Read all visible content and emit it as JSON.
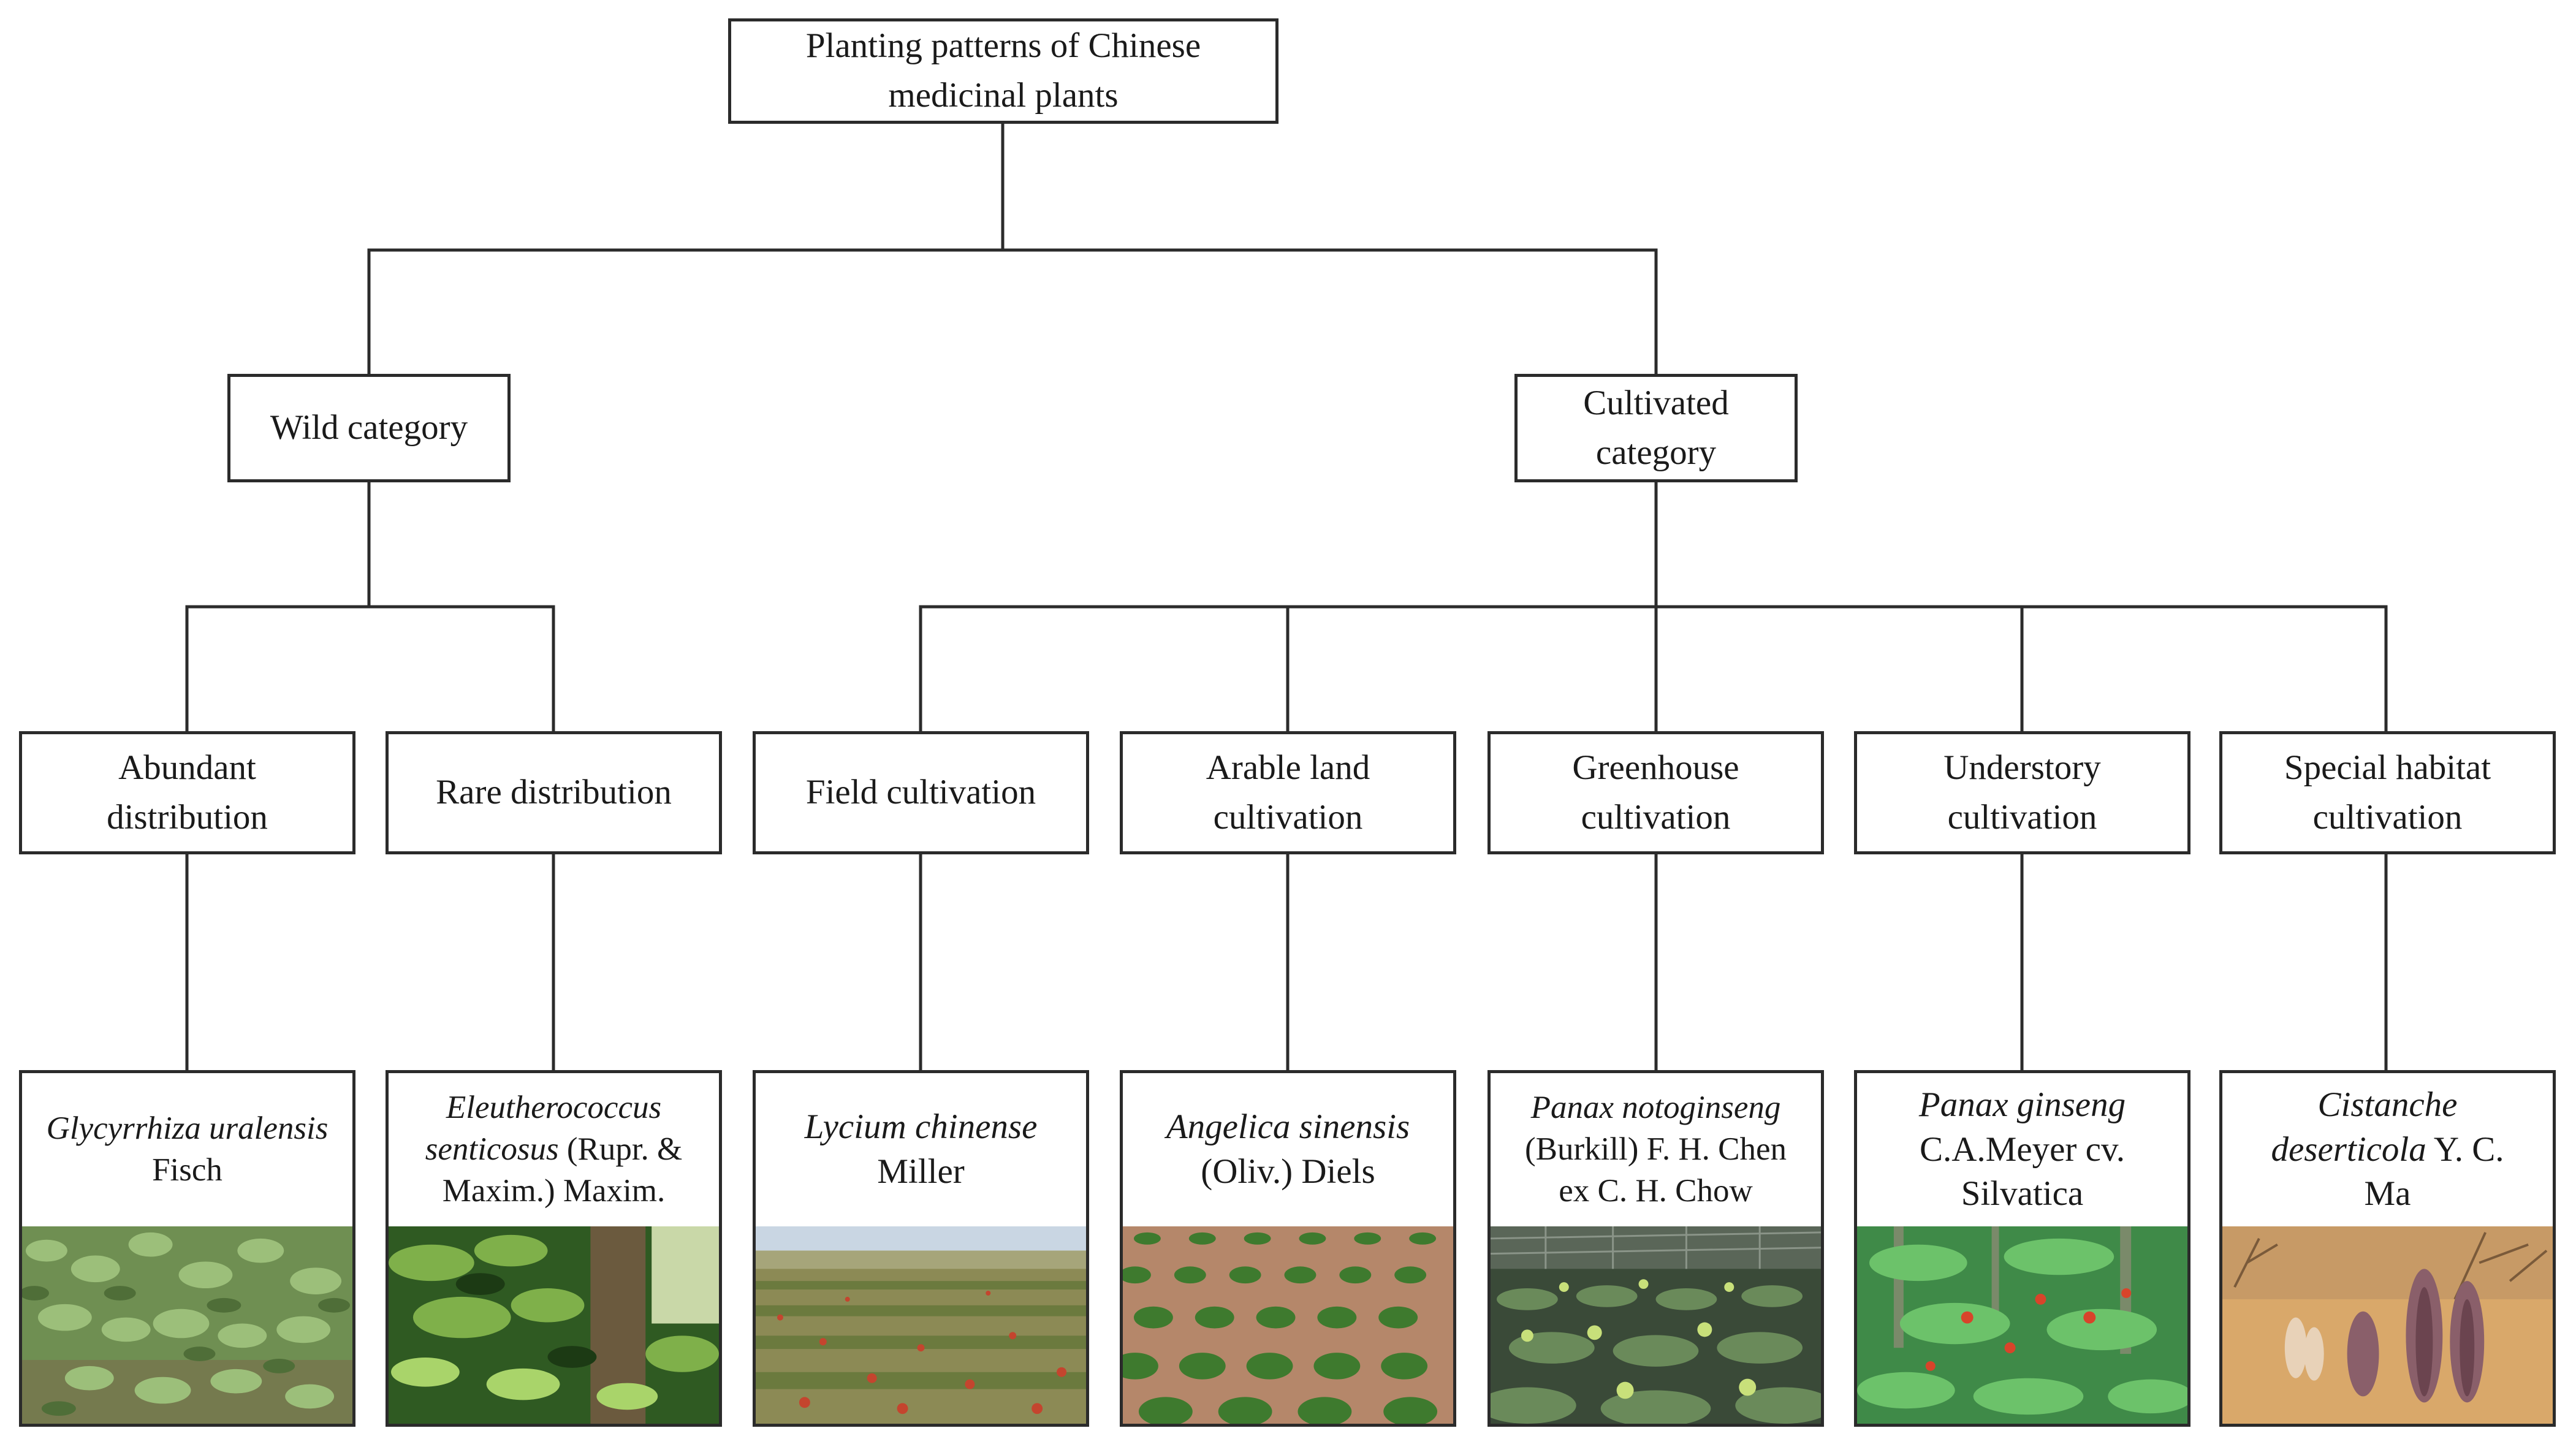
{
  "root": {
    "line1": "Planting patterns of Chinese",
    "line2": "medicinal plants"
  },
  "categories": {
    "wild": {
      "line1": "Wild category"
    },
    "cultivated": {
      "line1": "Cultivated",
      "line2": "category"
    }
  },
  "subcategories": [
    {
      "line1": "Abundant",
      "line2": "distribution"
    },
    {
      "line1": "Rare distribution"
    },
    {
      "line1": "Field cultivation"
    },
    {
      "line1": "Arable land",
      "line2": "cultivation"
    },
    {
      "line1": "Greenhouse",
      "line2": "cultivation"
    },
    {
      "line1": "Understory",
      "line2": "cultivation"
    },
    {
      "line1": "Special habitat",
      "line2": "cultivation"
    }
  ],
  "species": [
    {
      "italic1": "Glycyrrhiza uralensis",
      "line2": "Fisch",
      "photo": "wild licorice foliage"
    },
    {
      "italic1": "Eleutherococcus",
      "mixed_italic": "senticosus",
      "mixed_rest": " (Rupr. &",
      "line3": "Maxim.) Maxim.",
      "photo": "forest understory shrub"
    },
    {
      "italic1": "Lycium chinense",
      "line2": "Miller",
      "photo": "goji berry field"
    },
    {
      "italic1": "Angelica sinensis",
      "line2": "(Oliv.) Diels",
      "photo": "seedlings in rows on soil"
    },
    {
      "italic1": "Panax notoginseng",
      "line2": "(Burkill) F. H. Chen",
      "line3": "ex C. H. Chow",
      "photo": "greenhouse notoginseng beds"
    },
    {
      "italic1": "Panax ginseng",
      "line2": "C.A.Meyer cv.",
      "line3": "Silvatica",
      "photo": "ginseng under forest canopy"
    },
    {
      "italic1": "Cistanche",
      "mixed_italic": "deserticola",
      "mixed_rest": " Y. C.",
      "line3": "Ma",
      "photo": "cistanche in desert sand"
    }
  ]
}
